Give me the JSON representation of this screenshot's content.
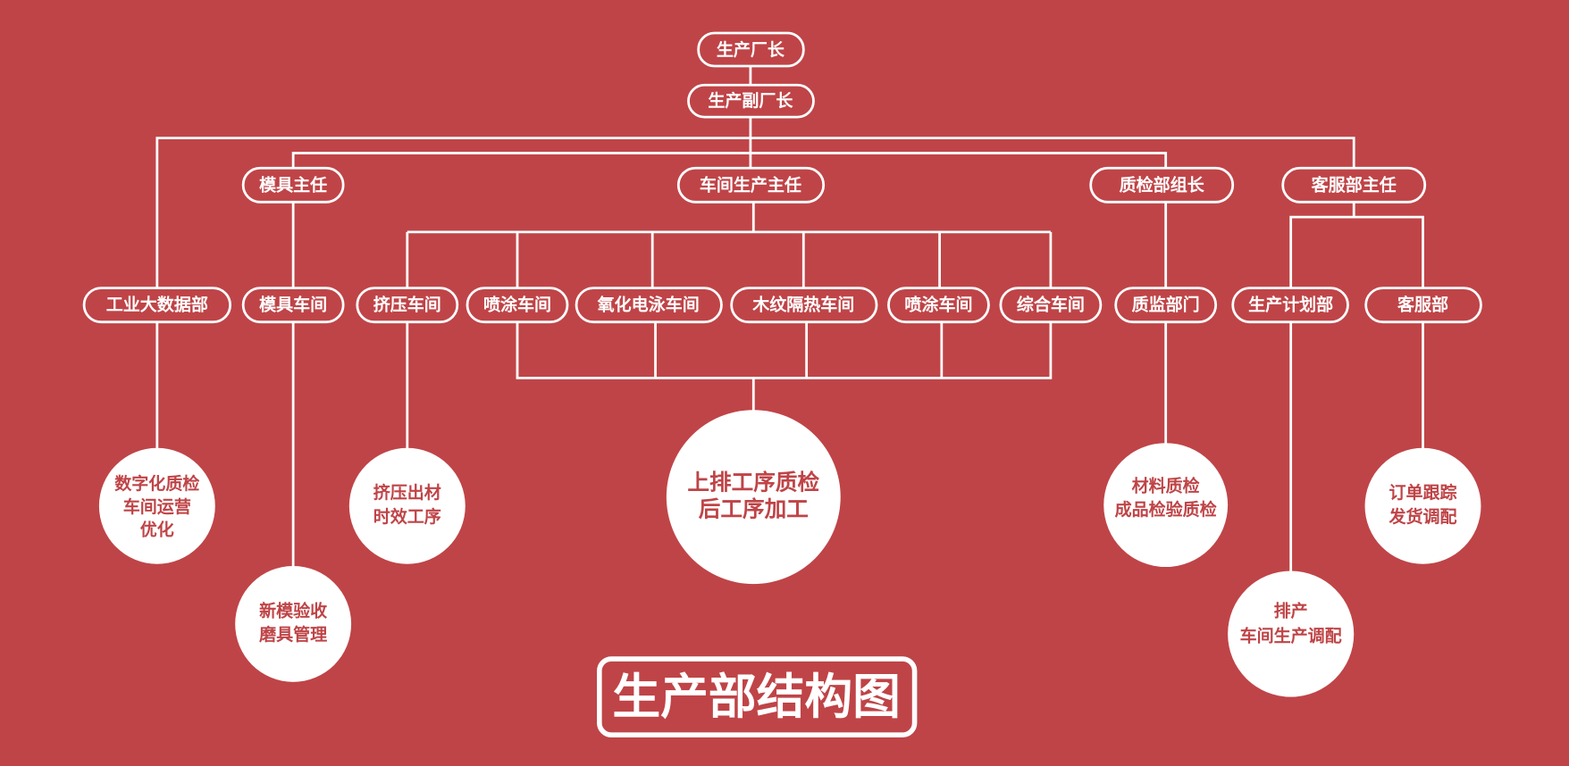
{
  "title": "生产部结构图",
  "background_color": "#BF4447",
  "nodes": {
    "director": "生产厂长",
    "deputy": "生产副厂长",
    "mold_head": "模具主任",
    "workshop_head": "车间生产主任",
    "qc_leader": "质检部组长",
    "cs_head": "客服部主任",
    "bigdata": "工业大数据部",
    "mold_shop": "模具车间",
    "extrusion": "挤压车间",
    "spray1": "喷涂车间",
    "oxidation": "氧化电泳车间",
    "woodgrain": "木纹隔热车间",
    "spray2": "喷涂车间",
    "general": "综合车间",
    "qc_dept": "质监部门",
    "planning": "生产计划部",
    "cs": "客服部"
  },
  "duties": {
    "bigdata": [
      "数字化质检",
      "车间运营",
      "优化"
    ],
    "mold": [
      "新模验收",
      "磨具管理"
    ],
    "extrusion": [
      "挤压出材",
      "时效工序"
    ],
    "workshops": [
      "上排工序质检",
      "后工序加工"
    ],
    "qc": [
      "材料质检",
      "成品检验质检"
    ],
    "planning": [
      "排产",
      "车间生产调配"
    ],
    "cs": [
      "订单跟踪",
      "发货调配"
    ]
  }
}
